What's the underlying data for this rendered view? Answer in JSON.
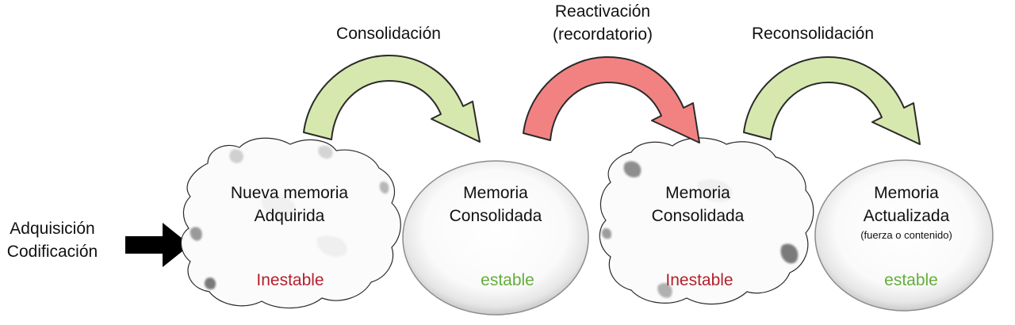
{
  "input": {
    "line1": "Adquisición",
    "line2": "Codificación"
  },
  "transitions": [
    {
      "label": "Consolidación",
      "color": "#d6e8ad"
    },
    {
      "label_line1": "Reactivación",
      "label_line2": "(recordatorio)",
      "color": "#f28282"
    },
    {
      "label": "Reconsolidación",
      "color": "#d6e8ad"
    }
  ],
  "states": [
    {
      "line1": "Nueva memoria",
      "line2": "Adquirida",
      "status": "Inestable",
      "shape": "irregular-cloud"
    },
    {
      "line1": "Memoria",
      "line2": "Consolidada",
      "status": "estable",
      "shape": "ellipse"
    },
    {
      "line1": "Memoria",
      "line2": "Consolidada",
      "status": "Inestable",
      "shape": "irregular-cloud"
    },
    {
      "line1": "Memoria",
      "line2": "Actualizada",
      "note": "(fuerza o contenido)",
      "status": "estable",
      "shape": "ellipse"
    }
  ],
  "colors": {
    "unstable": "#b3202b",
    "stable": "#63ad3b",
    "input_arrow": "#000000"
  }
}
